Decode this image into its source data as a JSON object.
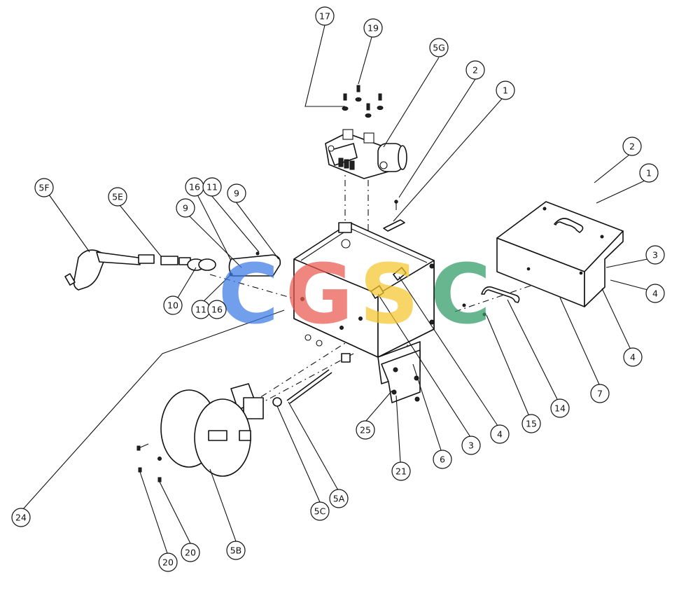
{
  "watermark": {
    "letters": [
      {
        "char": "C",
        "color": "#3d7be6"
      },
      {
        "char": "G",
        "color": "#ea5a50"
      },
      {
        "char": "S",
        "color": "#f5c52e"
      },
      {
        "char": "C",
        "color": "#2f9a66"
      }
    ]
  },
  "callouts": [
    {
      "id": "c17a",
      "label": "17"
    },
    {
      "id": "c19",
      "label": "19"
    },
    {
      "id": "c5g",
      "label": "5G"
    },
    {
      "id": "c2a",
      "label": "2"
    },
    {
      "id": "c1a",
      "label": "1"
    },
    {
      "id": "c2b",
      "label": "2"
    },
    {
      "id": "c1b",
      "label": "1"
    },
    {
      "id": "c3a",
      "label": "3"
    },
    {
      "id": "c4a",
      "label": "4"
    },
    {
      "id": "c4b",
      "label": "4"
    },
    {
      "id": "c5f",
      "label": "5F"
    },
    {
      "id": "c5e",
      "label": "5E"
    },
    {
      "id": "c16a",
      "label": "16"
    },
    {
      "id": "c11a",
      "label": "11"
    },
    {
      "id": "c9a",
      "label": "9"
    },
    {
      "id": "c9b",
      "label": "9"
    },
    {
      "id": "c10",
      "label": "10"
    },
    {
      "id": "c11b",
      "label": "11"
    },
    {
      "id": "c16b",
      "label": "16"
    },
    {
      "id": "c24",
      "label": "24"
    },
    {
      "id": "c7",
      "label": "7"
    },
    {
      "id": "c14",
      "label": "14"
    },
    {
      "id": "c15",
      "label": "15"
    },
    {
      "id": "c4c",
      "label": "4"
    },
    {
      "id": "c3b",
      "label": "3"
    },
    {
      "id": "c6",
      "label": "6"
    },
    {
      "id": "c25",
      "label": "25"
    },
    {
      "id": "c21",
      "label": "21"
    },
    {
      "id": "c5a",
      "label": "5A"
    },
    {
      "id": "c5c",
      "label": "5C"
    },
    {
      "id": "c5b",
      "label": "5B"
    },
    {
      "id": "c20a",
      "label": "20"
    },
    {
      "id": "c20b",
      "label": "20"
    }
  ]
}
